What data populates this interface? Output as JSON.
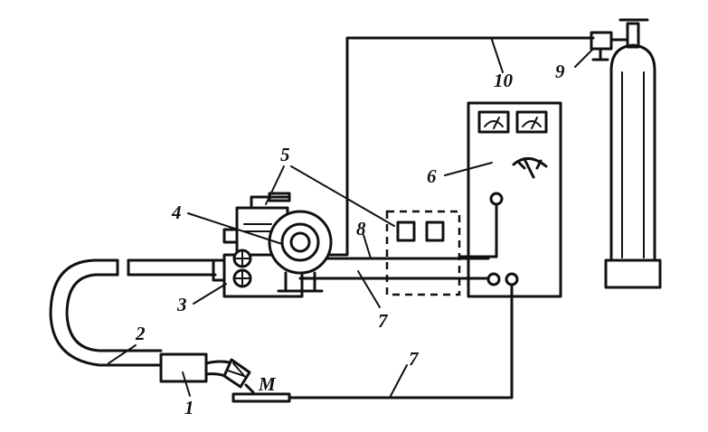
{
  "labels": {
    "l1": "1",
    "l2": "2",
    "l3": "3",
    "l4": "4",
    "l5": "5",
    "l6": "6",
    "l7a": "7",
    "l7b": "7",
    "l8": "8",
    "l9": "9",
    "l10": "10",
    "workpiece": "M"
  }
}
